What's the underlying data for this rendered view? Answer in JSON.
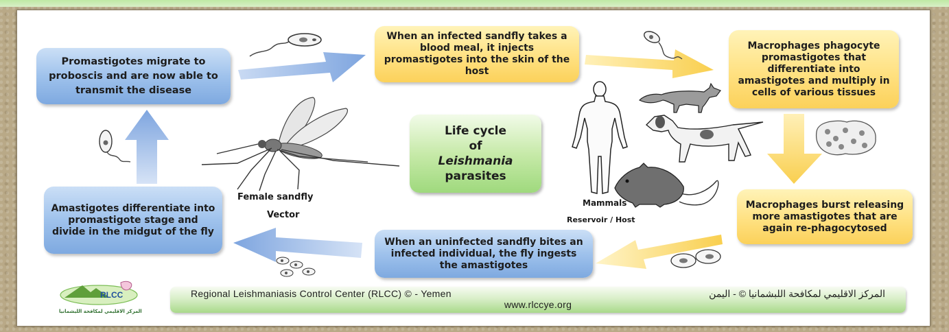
{
  "steps": {
    "blood_meal": "When an infected sandfly takes a blood meal, it injects promastigotes into the skin of the host",
    "phagocyte": "Macrophages phagocyte promastigotes that differentiate into amastigotes and multiply in cells of various tissues",
    "burst": "Macrophages burst releasing more amastigotes that are again re-phagocytosed",
    "uninfected": "When an uninfected sandfly bites an infected individual, the fly ingests the amastigotes",
    "differentiate": "Amastigotes differentiate into promastigote stage and divide in the midgut of the fly",
    "migrate": "Promastigotes migrate to proboscis and are now able to transmit the disease"
  },
  "center": {
    "line1": "Life cycle",
    "line2": "of",
    "line3": "Leishmania",
    "line4": "parasites"
  },
  "labels": {
    "vector_name": "Female sandfly",
    "vector_role": "Vector",
    "host_name": "Mammals",
    "host_role": "Reservoir / Host"
  },
  "footer": {
    "english": "Regional Leishmaniasis Control Center (RLCC) © - Yemen",
    "arabic": "المركز الاقليمي لمكافحة اللبشمانيا © - اليمن",
    "url": "www.rlccye.org"
  },
  "logo": {
    "text": "RLCC",
    "caption": "المركز الاقليمي لمكافحة الليشمانيا"
  },
  "colors": {
    "blue_box": "#9fc2ec",
    "yellow_box": "#ffe182",
    "green_box": "#c7eaa9",
    "blue_arrow": "#8fb2e4",
    "yellow_arrow": "#fbd66a"
  },
  "icons": [
    "promastigote-icon",
    "amastigote-icon",
    "mosquito-icon",
    "human-icon",
    "fox-icon",
    "dog-icon",
    "rat-icon",
    "macrophage-cell-icon"
  ]
}
